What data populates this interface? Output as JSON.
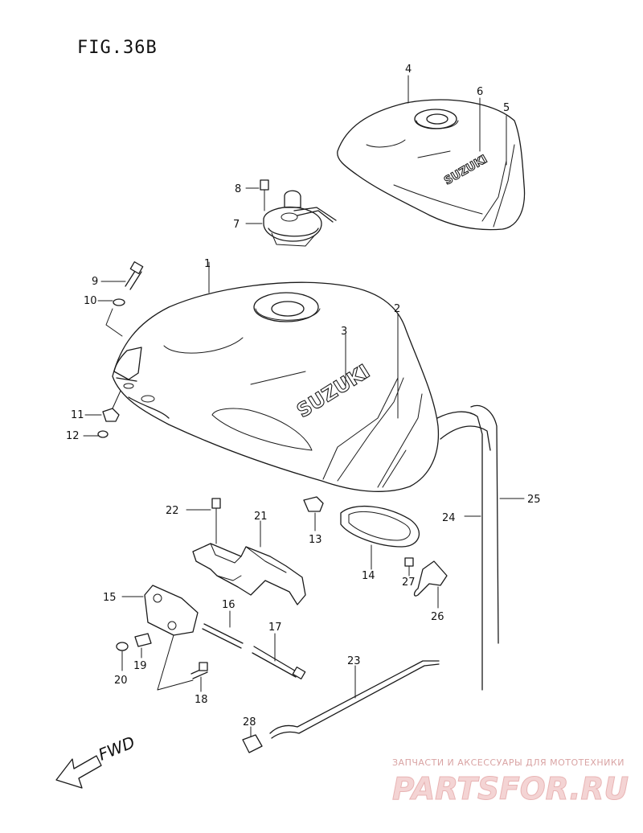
{
  "figure": {
    "title": "FIG.36B",
    "direction_label": "FWD"
  },
  "brand_marks": {
    "tank": "SUZUKI",
    "cover": "SUZUKI"
  },
  "callouts": [
    "1",
    "2",
    "3",
    "4",
    "5",
    "6",
    "7",
    "8",
    "9",
    "10",
    "11",
    "12",
    "13",
    "14",
    "15",
    "16",
    "17",
    "18",
    "19",
    "20",
    "21",
    "22",
    "23",
    "24",
    "25",
    "26",
    "27",
    "28"
  ],
  "watermark": {
    "tagline": "ЗАПЧАСТИ И АКСЕССУАРЫ ДЛЯ МОТОТЕХНИКИ",
    "logo": "PARTSFOR.RU"
  }
}
